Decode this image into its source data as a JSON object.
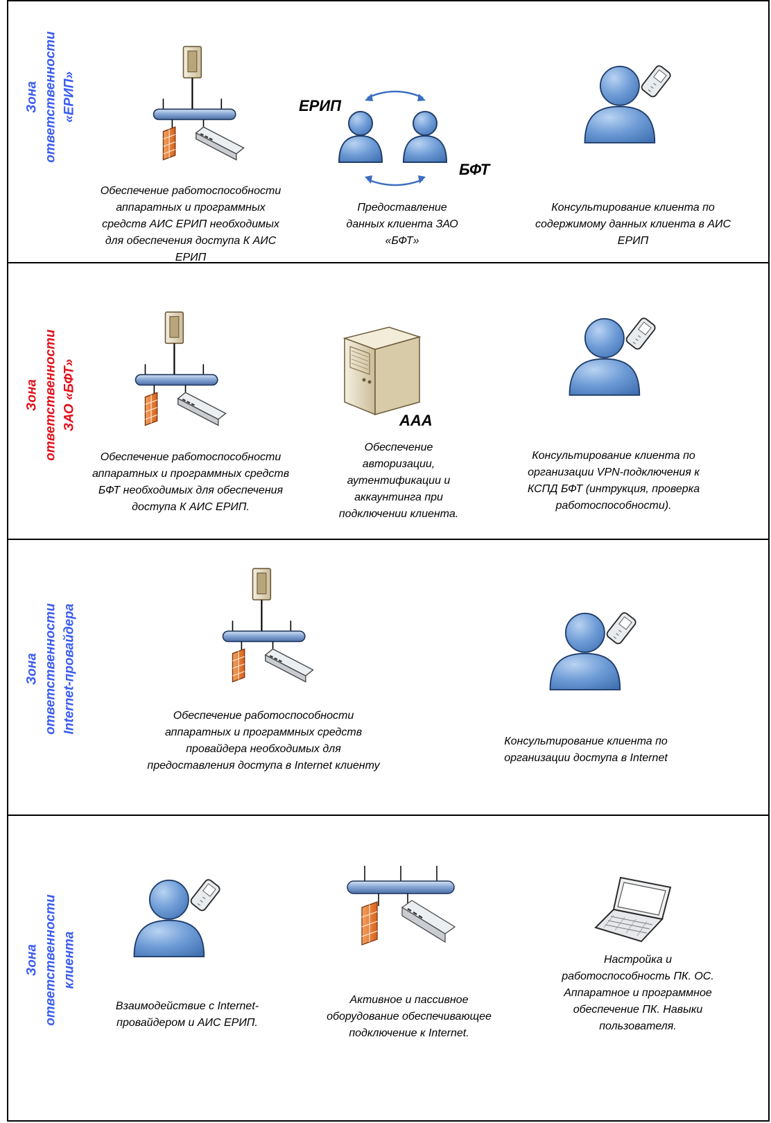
{
  "colors": {
    "blue": "#3a5cf0",
    "red": "#e3101a",
    "person": "#5b8fcf",
    "firewall": "#e87a35",
    "server": "#e6dcc2"
  },
  "zones": [
    {
      "line1": "Зона",
      "line2": "ответственности",
      "line3": "«ЕРИП»",
      "color": "#3a5cf0"
    },
    {
      "line1": "Зона",
      "line2": "ответственности",
      "line3": "ЗАО «БФТ»",
      "color": "#e3101a"
    },
    {
      "line1": "Зона",
      "line2": "ответственности",
      "line3": "Internet-провайдера",
      "color": "#3a5cf0"
    },
    {
      "line1": "Зона",
      "line2": "ответственности",
      "line3": "клиента",
      "color": "#3a5cf0"
    }
  ],
  "labels": {
    "erip": "ЕРИП",
    "bft": "БФТ",
    "aaa": "AAA"
  },
  "zone1": {
    "col1": [
      "Обеспечение работоспособности",
      "аппаратных и программных",
      "средств АИС ЕРИП необходимых",
      "для обеспечения доступа К АИС",
      "ЕРИП"
    ],
    "col2": [
      "Предоставление",
      "данных клиента ЗАО",
      "«БФТ»"
    ],
    "col3": [
      "Консультирование клиента по",
      "содержимому данных клиента в АИС",
      "ЕРИП"
    ]
  },
  "zone2": {
    "col1": [
      "Обеспечение работоспособности",
      "аппаратных и программных средств",
      "БФТ необходимых для обеспечения",
      "доступа К АИС ЕРИП."
    ],
    "col2": [
      "Обеспечение",
      "авторизации,",
      "аутентификации и",
      "аккаунтинга при",
      "подключении клиента."
    ],
    "col3": [
      "Консультирование клиента по",
      "организации VPN-подключения к",
      "КСПД БФТ (интрукция, проверка",
      "работоспособности)."
    ]
  },
  "zone3": {
    "col1": [
      "Обеспечение работоспособности",
      "аппаратных и программных средств",
      "провайдера необходимых для",
      "предоставления доступа в Internet клиенту"
    ],
    "col3": [
      "Консультирование клиента по",
      "организации доступа в Internet"
    ]
  },
  "zone4": {
    "col1": [
      "Взаимодействие с Internet-",
      "провайдером и АИС ЕРИП."
    ],
    "col2": [
      "Активное и пассивное",
      "оборудование обеспечивающее",
      "подключение к Internet."
    ],
    "col3": [
      "Настройка и",
      "работоспособность ПК. ОС.",
      "Аппаратное и программное",
      "обеспечение ПК. Навыки",
      "пользователя."
    ]
  }
}
